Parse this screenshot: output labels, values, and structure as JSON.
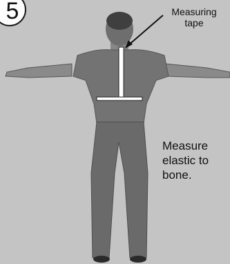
{
  "step": {
    "number": "5"
  },
  "callout": {
    "line1": "Measuring",
    "line2": "tape"
  },
  "instruction": {
    "line1": "Measure",
    "line2": "elastic to",
    "line3": "bone."
  },
  "colors": {
    "background": "#c4c4c4",
    "shirt": "#737373",
    "skin": "#8a8a8a",
    "pants": "#6a6a6a",
    "tape": "#ffffff",
    "ink": "#111111"
  }
}
